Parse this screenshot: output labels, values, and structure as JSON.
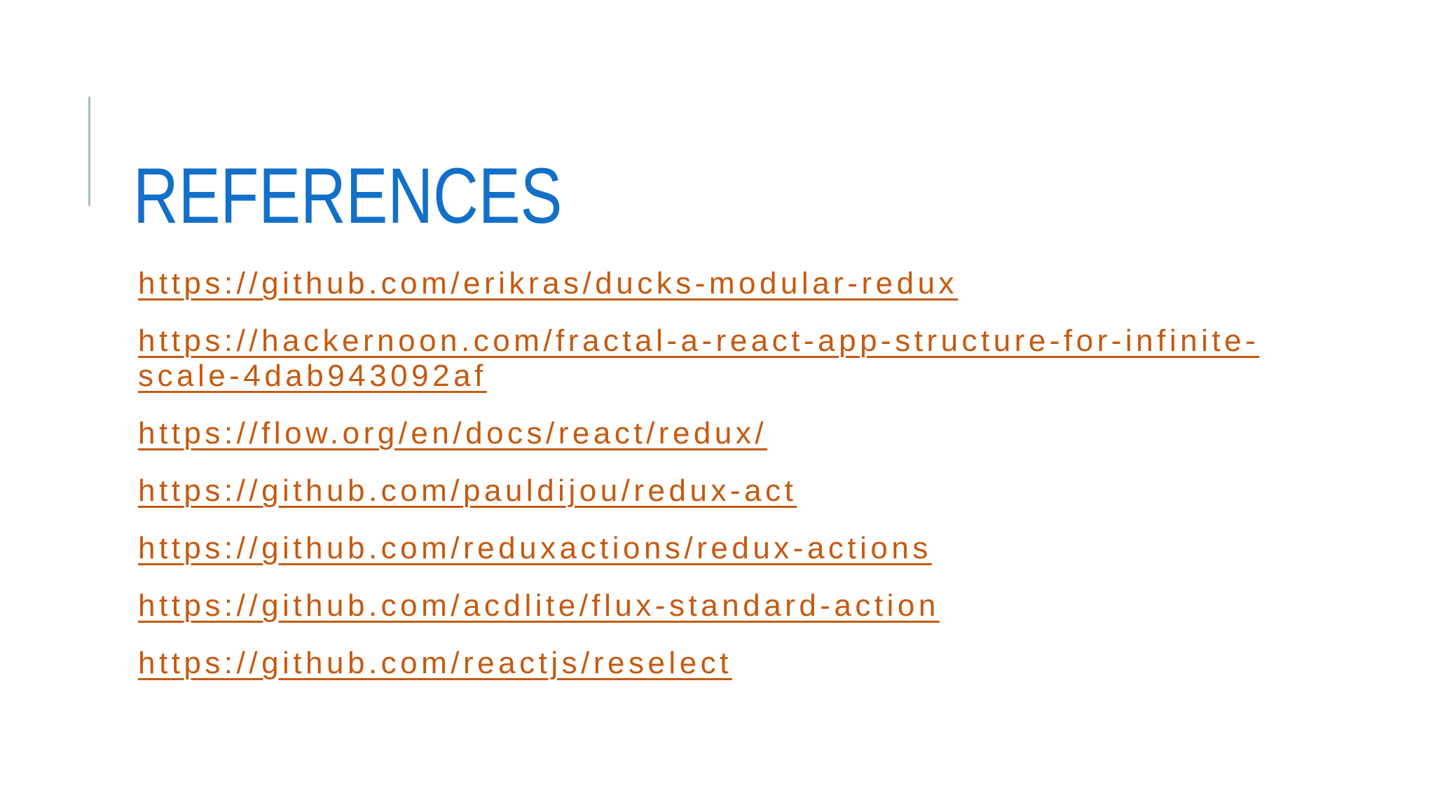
{
  "slide": {
    "title": "REFERENCES",
    "references": [
      "https://github.com/erikras/ducks-modular-redux",
      "https://hackernoon.com/fractal-a-react-app-structure-for-infinite-scale-4dab943092af",
      "https://flow.org/en/docs/react/redux/",
      "https://github.com/pauldijou/redux-act",
      "https://github.com/reduxactions/redux-actions",
      "https://github.com/acdlite/flux-standard-action",
      "https://github.com/reactjs/reselect"
    ],
    "colors": {
      "title_blue": "#1270c8",
      "link_orange": "#c55a11",
      "accent_bar_sage": "#a9bfb3",
      "background": "#ffffff"
    }
  }
}
